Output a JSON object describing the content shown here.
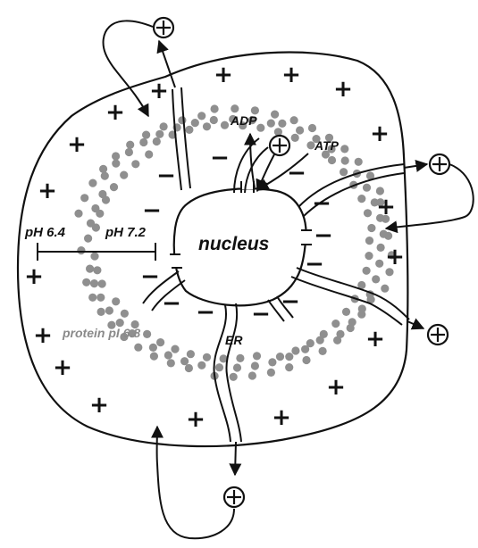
{
  "labels": {
    "nucleus": "nucleus",
    "adp": "ADP",
    "atp": "ATP",
    "ph_outer": "pH 6.4",
    "ph_inner": "pH 7.2",
    "protein": "protein pI 6.8",
    "er": "ER"
  },
  "signs": {
    "plus": "+",
    "minus": "−",
    "circled_plus": "⊕"
  },
  "colors": {
    "ink": "#111111",
    "protein_dots": "#8f8f8f",
    "protein_label": "#8a8a8a"
  }
}
